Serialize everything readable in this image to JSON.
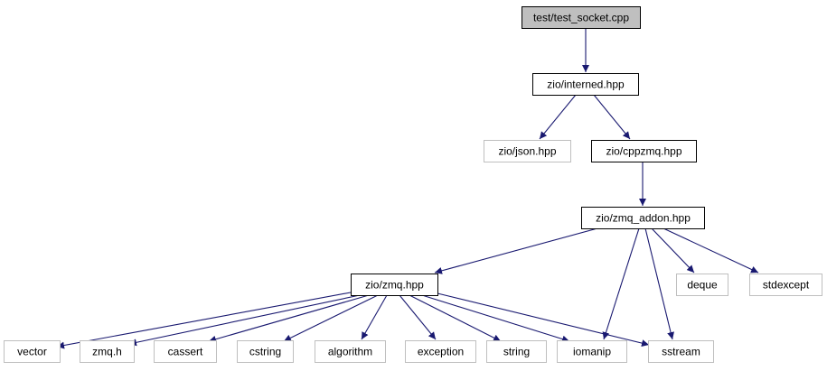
{
  "diagram": {
    "type": "include-dependency-graph",
    "colors": {
      "edge": "#191970",
      "root_fill": "#bfbfbf",
      "root_border": "#000000",
      "local_border": "#000000",
      "system_border": "#bfbfbf",
      "background": "#ffffff"
    },
    "nodes": [
      {
        "id": "root",
        "label": "test/test_socket.cpp",
        "kind": "root"
      },
      {
        "id": "interned",
        "label": "zio/interned.hpp",
        "kind": "local"
      },
      {
        "id": "json",
        "label": "zio/json.hpp",
        "kind": "system"
      },
      {
        "id": "cppzmq",
        "label": "zio/cppzmq.hpp",
        "kind": "local"
      },
      {
        "id": "zmq_addon",
        "label": "zio/zmq_addon.hpp",
        "kind": "local"
      },
      {
        "id": "zmq_hpp",
        "label": "zio/zmq.hpp",
        "kind": "local"
      },
      {
        "id": "deque",
        "label": "deque",
        "kind": "system"
      },
      {
        "id": "stdexcept",
        "label": "stdexcept",
        "kind": "system"
      },
      {
        "id": "vector",
        "label": "vector",
        "kind": "system"
      },
      {
        "id": "zmq_h",
        "label": "zmq.h",
        "kind": "system"
      },
      {
        "id": "cassert",
        "label": "cassert",
        "kind": "system"
      },
      {
        "id": "cstring",
        "label": "cstring",
        "kind": "system"
      },
      {
        "id": "algorithm",
        "label": "algorithm",
        "kind": "system"
      },
      {
        "id": "exception",
        "label": "exception",
        "kind": "system"
      },
      {
        "id": "string",
        "label": "string",
        "kind": "system"
      },
      {
        "id": "iomanip",
        "label": "iomanip",
        "kind": "system"
      },
      {
        "id": "sstream",
        "label": "sstream",
        "kind": "system"
      }
    ],
    "edges": [
      {
        "from": "root",
        "to": "interned"
      },
      {
        "from": "interned",
        "to": "json"
      },
      {
        "from": "interned",
        "to": "cppzmq"
      },
      {
        "from": "cppzmq",
        "to": "zmq_addon"
      },
      {
        "from": "zmq_addon",
        "to": "zmq_hpp"
      },
      {
        "from": "zmq_addon",
        "to": "iomanip"
      },
      {
        "from": "zmq_addon",
        "to": "sstream"
      },
      {
        "from": "zmq_addon",
        "to": "deque"
      },
      {
        "from": "zmq_addon",
        "to": "stdexcept"
      },
      {
        "from": "zmq_hpp",
        "to": "vector"
      },
      {
        "from": "zmq_hpp",
        "to": "zmq_h"
      },
      {
        "from": "zmq_hpp",
        "to": "cassert"
      },
      {
        "from": "zmq_hpp",
        "to": "cstring"
      },
      {
        "from": "zmq_hpp",
        "to": "algorithm"
      },
      {
        "from": "zmq_hpp",
        "to": "exception"
      },
      {
        "from": "zmq_hpp",
        "to": "string"
      },
      {
        "from": "zmq_hpp",
        "to": "iomanip"
      },
      {
        "from": "zmq_hpp",
        "to": "sstream"
      }
    ]
  }
}
